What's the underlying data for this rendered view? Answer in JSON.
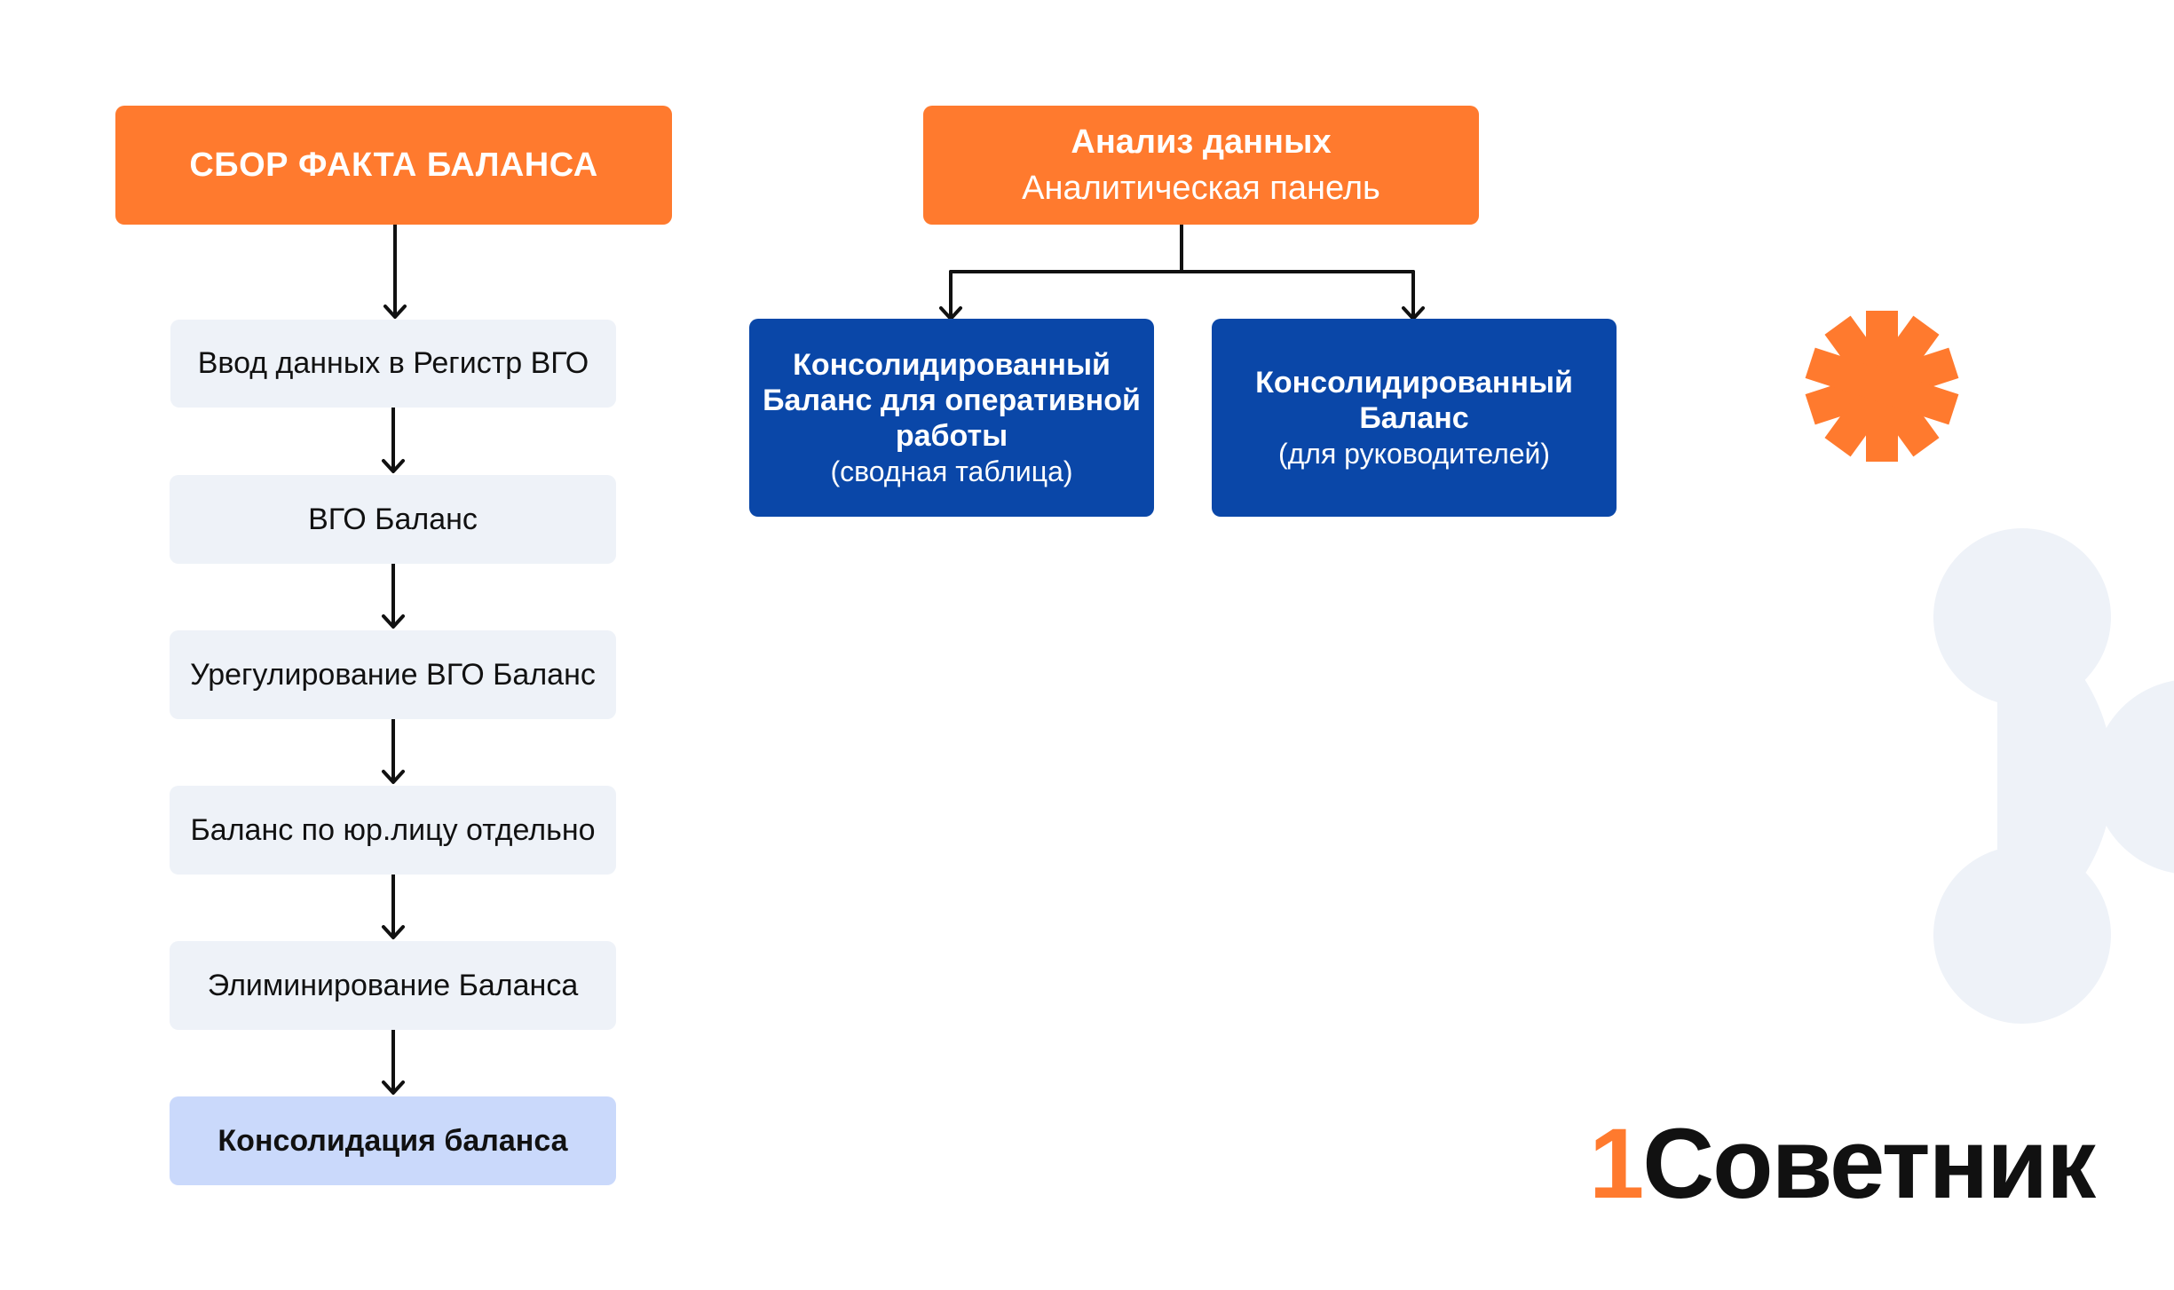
{
  "left_header": {
    "title": "СБОР ФАКТА БАЛАНСА"
  },
  "steps": [
    {
      "label": "Ввод данных в Регистр ВГО"
    },
    {
      "label": "ВГО Баланс"
    },
    {
      "label": "Урегулирование ВГО Баланс"
    },
    {
      "label": "Баланс по юр.лицу отдельно"
    },
    {
      "label": "Элиминирование Баланса"
    },
    {
      "label": "Консолидация баланса"
    }
  ],
  "right_header": {
    "title": "Анализ данных",
    "subtitle": "Аналитическая панель"
  },
  "outputs": [
    {
      "title_lines": [
        "Консолидированный",
        "Баланс для оперативной",
        "работы"
      ],
      "note": "(сводная таблица)"
    },
    {
      "title_lines": [
        "Консолидированный",
        "Баланс"
      ],
      "note": "(для руководителей)"
    }
  ],
  "logo": {
    "prefix": "1",
    "text": "Cоветник"
  },
  "colors": {
    "orange": "#ff7a2e",
    "blue": "#0a47a8",
    "step_bg": "#eef2f8",
    "step_final_bg": "#cad9fb",
    "decor_bg": "#eef2f8"
  }
}
